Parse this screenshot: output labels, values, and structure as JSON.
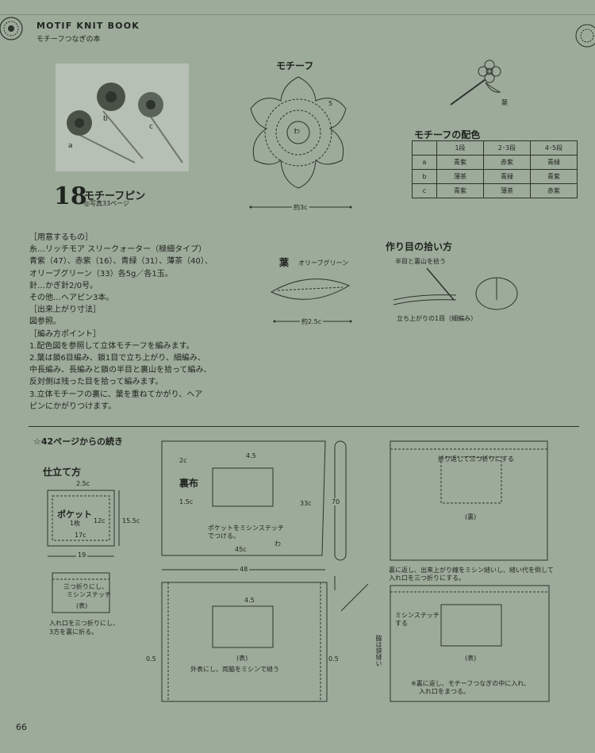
{
  "header": {
    "book_title": "MOTIF KNIT BOOK",
    "book_subtitle": "モチーフつなぎの本"
  },
  "photo": {
    "labels": [
      "a",
      "b",
      "c"
    ]
  },
  "pattern": {
    "number": "18",
    "title": "モチーフピン",
    "photo_ref": "◎写真33ページ"
  },
  "motif_diagram": {
    "title": "モチーフ",
    "round_label": "5",
    "center_label": "わ",
    "width_label": "約3c"
  },
  "leaf_diagram": {
    "title": "葉",
    "subtitle": "オリーブグリーン",
    "width_label": "約2.5c"
  },
  "pin_diagram": {
    "leaf_label": "葉"
  },
  "color_table": {
    "title": "モチーフの配色",
    "headers": [
      "",
      "1段",
      "2･3段",
      "4･5段"
    ],
    "rows": [
      [
        "a",
        "青紫",
        "赤紫",
        "青緑"
      ],
      [
        "b",
        "薄茶",
        "青緑",
        "青紫"
      ],
      [
        "c",
        "青紫",
        "薄茶",
        "赤紫"
      ]
    ]
  },
  "materials": {
    "lines": [
      "［用意するもの］",
      "糸…リッチモア スリークォーター（極細タイプ）",
      "青紫（47）、赤紫（16）、青緑（31）、薄茶（40）、",
      "オリーブグリーン（33）各5g／各1玉。",
      "針…かぎ針2/0号。",
      "その他…ヘアピン3本。",
      "［出来上がり寸法］",
      "図参照。",
      "［編み方ポイント］",
      "1.配色図を参照して立体モチーフを編みます。",
      "2.葉は鎖6目編み、鎖1目で立ち上がり、細編み、",
      "中長編み、長編みと鎖の半目と裏山を拾って編み、",
      "反対側は残った目を拾って編みます。",
      "3.立体モチーフの裏に、葉を重ねてかがり、ヘア",
      "ピンにかがりつけます。"
    ]
  },
  "pickup": {
    "title": "作り目の拾い方",
    "label_top": "半目と裏山を拾う",
    "label_bottom": "立ち上がりの1目（細編み）"
  },
  "continued": {
    "title": "☆42ページからの続き",
    "finish_title": "仕立て方",
    "pocket": {
      "dim_top": "2.5c",
      "label": "ポケット",
      "count": "1枚",
      "dim_right": "12c",
      "dim_bottom": "17c",
      "dim_outer_right": "15.5c",
      "dim_width": "19"
    },
    "pocket_fold": {
      "note1": "三つ折りにし、",
      "note2": "ミシンステッチ",
      "face": "(表)",
      "caption1": "入れ口を三つ折りにし、",
      "caption2": "3方を裏に折る。"
    },
    "lining": {
      "label": "裏布",
      "dim_2c": "2c",
      "dim_45": "4.5",
      "dim_15c": "1.5c",
      "dim_33c": "33c",
      "dim_45c": "45c",
      "wa": "わ",
      "dim_48": "48",
      "dim_70": "70",
      "pocket_note1": "ポケットをミシンステッチ",
      "pocket_note2": "でつける。"
    },
    "step2": {
      "dim_45": "4.5",
      "face": "(表)",
      "dim_left": "0.5",
      "dim_right": "0.5",
      "caption": "外表にし、両脇をミシンで縫う"
    },
    "step3": {
      "fold_note": "折り返して三つ折りにする",
      "face": "(裏)",
      "caption1": "裏に返し、出来上がり線をミシン縫いし、縫い代を倒して",
      "caption2": "入れ口を三つ折りにする。"
    },
    "step4": {
      "stitch1": "ミシンステッチ",
      "stitch2": "する",
      "face": "(表)",
      "side_label": "脇は袋縫い",
      "note1": "※裏に返し、モチーフつなぎの中に入れ、",
      "note2": "入れ口をまつる。"
    }
  },
  "page_number": "66"
}
